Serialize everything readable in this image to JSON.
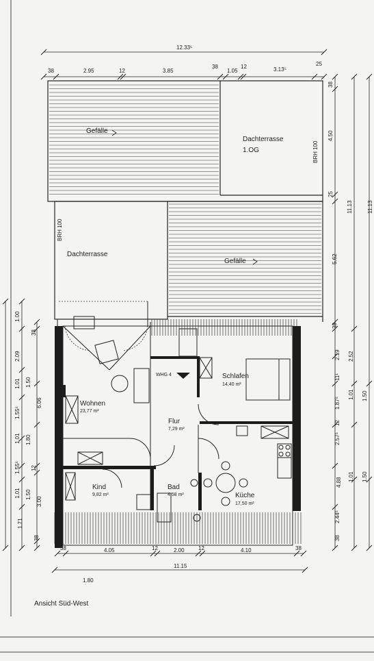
{
  "rooms": {
    "dachterrasse_og": "Dachterrasse",
    "og_label": "1.OG",
    "dachterrasse": "Dachterrasse",
    "wohnen": "Wohnen",
    "wohnen_area": "23,77 m²",
    "schlafen": "Schlafen",
    "schlafen_area": "14,40 m²",
    "flur": "Flur",
    "flur_area": "7,29 m²",
    "kind": "Kind",
    "kind_area": "9,82 m²",
    "bad": "Bad",
    "bad_area": "4,58 m²",
    "kueche": "Küche",
    "kueche_area": "17,50 m²",
    "whg": "WHG 4"
  },
  "labels": {
    "gefaelle_1": "Gefälle",
    "gefaelle_2": "Gefälle",
    "brh_1": "BRH 100",
    "brh_2": "BRH 100",
    "view": "Ansicht Süd-West"
  },
  "dims_top": {
    "total": "12.33⁵",
    "d1": "38",
    "d2": "2.95",
    "d3": "12",
    "d4": "3.85",
    "d5": "38",
    "d6": "1.05",
    "d7": "12",
    "d8": "3.13⁵",
    "d9": "25"
  },
  "dims_bottom": {
    "b1": "38",
    "b2": "4.05",
    "b3": "12",
    "b4": "2.00",
    "b5": "12",
    "b6": "4.10",
    "b7": "38",
    "total": "11.15",
    "extra": "1.80"
  },
  "dims_right": {
    "r1": "38",
    "r2": "4.50",
    "r3": "25",
    "r4": "5.62",
    "r5": "38",
    "r6": "2.19",
    "r7": "11¹",
    "r8": "1.87⁵",
    "r9": "12",
    "r10": "2.57⁵",
    "r11": "4.88",
    "r12": "2.44⁵",
    "r13": "38",
    "s1": "2.52",
    "s2": "1.01",
    "s3": "1.50",
    "s4": "1.01",
    "s5": "1.50",
    "t1": "11.13",
    "t2": "11.13"
  },
  "dims_left": {
    "l1": "1.00",
    "l2": "2.09",
    "l3": "1.01",
    "l4": "1.55⁵",
    "l5": "1.01",
    "l6": "1.55⁵",
    "l7": "1.01",
    "l8": "1.71",
    "m1": "38",
    "m2": "1.50",
    "m3": "1.80",
    "m4": "12",
    "m5": "1.50",
    "m6": "38",
    "n1": "6.06",
    "n2": "3.00"
  },
  "colors": {
    "ink": "#222222",
    "paper": "#f4f4f2",
    "wall": "#1c1c1c"
  }
}
